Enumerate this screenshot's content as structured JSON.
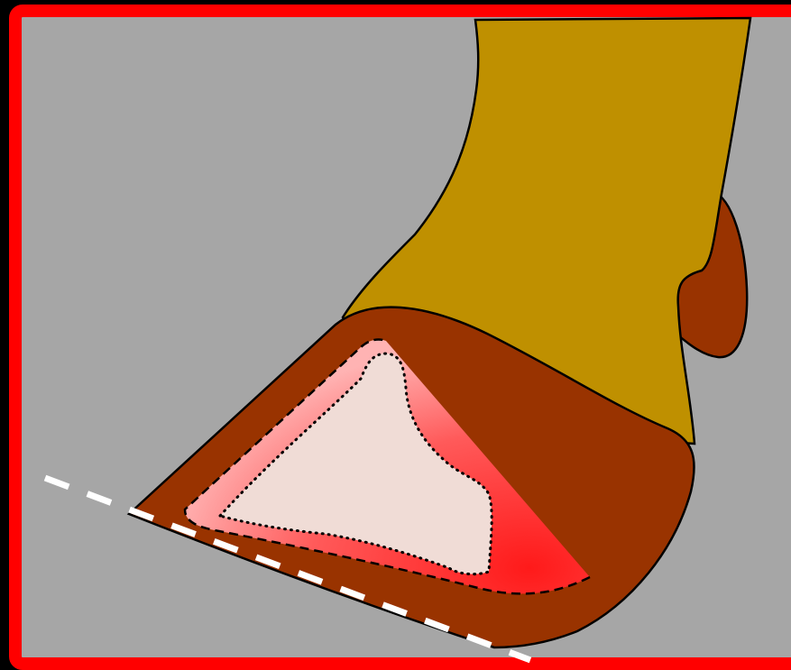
{
  "colors": {
    "background_outer": "#000000",
    "frame_border": "#ff0000",
    "frame_fill": "#a6a6a6",
    "pastern": "#bf9000",
    "hoof_wall": "#993300",
    "laminae_red": "#ff0000",
    "laminae_pink": "#ff9a9a",
    "coffin_bone": "#f0dcd6",
    "ground_line": "#ffffff",
    "outline": "#000000"
  },
  "parts": [
    {
      "id": "pastern",
      "icon": "leg-pastern-shape"
    },
    {
      "id": "heel-bulb",
      "icon": "heel-bulb-shape"
    },
    {
      "id": "hoof-wall",
      "icon": "hoof-wall-shape"
    },
    {
      "id": "laminae",
      "icon": "laminae-gradient-shape"
    },
    {
      "id": "coffin-bone",
      "icon": "coffin-bone-dotted-shape"
    },
    {
      "id": "ground-line",
      "icon": "dashed-ground-line"
    }
  ]
}
